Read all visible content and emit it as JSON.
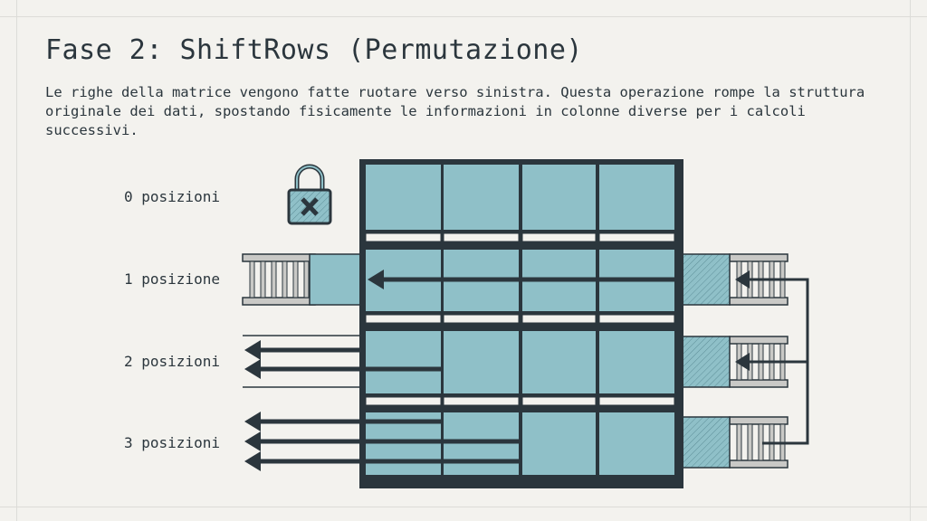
{
  "title": "Fase 2: ShiftRows (Permutazione)",
  "description": "Le righe della matrice vengono fatte ruotare verso sinistra. Questa operazione rompe la struttura originale dei dati, spostando fisicamente le informazioni in colonne diverse per i calcoli successivi.",
  "rows": [
    {
      "label": "0 posizioni",
      "shift": 0,
      "icon": "lock-x-icon"
    },
    {
      "label": "1 posizione",
      "shift": 1
    },
    {
      "label": "2 posizioni",
      "shift": 2
    },
    {
      "label": "3 posizioni",
      "shift": 3
    }
  ],
  "colors": {
    "background": "#f3f2ee",
    "dark": "#2b363d",
    "cell": "#8fc0c8",
    "rail": "#c9c9c6"
  }
}
